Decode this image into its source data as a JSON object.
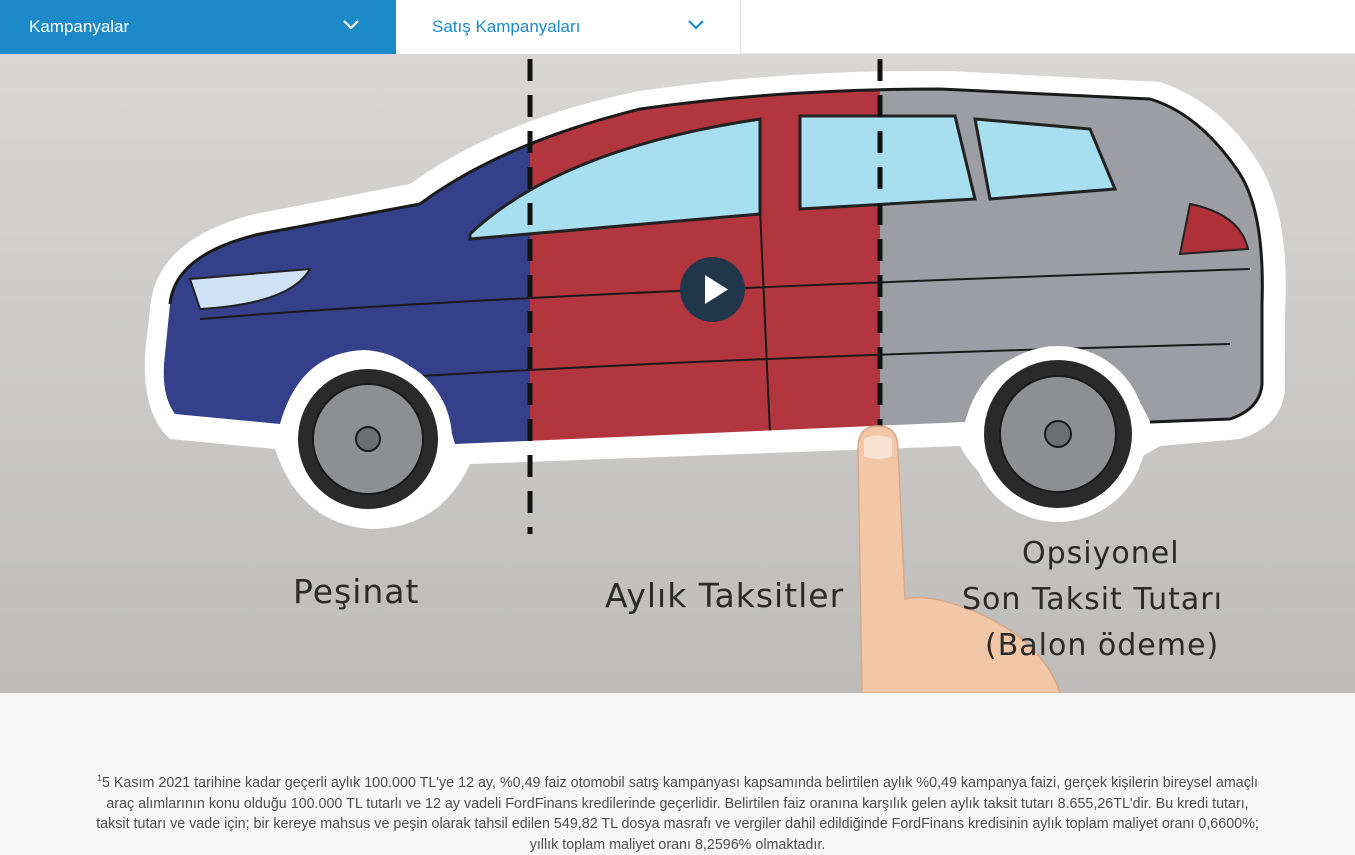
{
  "nav": {
    "campaigns_label": "Kampanyalar",
    "sales_label": "Satış Kampanyaları",
    "accent": "#1c89c9"
  },
  "video": {
    "play_icon": "play-icon",
    "labels": {
      "down_payment": "Peşinat",
      "monthly": "Aylık Taksitler",
      "optional_line1": "Opsiyonel",
      "optional_line2": "Son Taksit Tutarı",
      "optional_line3": "(Balon ödeme)"
    },
    "colors": {
      "front": "#34408a",
      "middle": "#b3363f",
      "rear": "#9d9ea4"
    }
  },
  "footnote": {
    "marker": "1",
    "text": "5 Kasım 2021 tarihine kadar geçerli aylık 100.000 TL'ye 12 ay, %0,49 faiz otomobil satış kampanyası kapsamında belirtilen aylık %0,49 kampanya faizi, gerçek kişilerin bireysel amaçlı araç alımlarının konu olduğu 100.000 TL tutarlı ve 12 ay vadeli FordFinans kredilerinde geçerlidir. Belirtilen faiz oranına karşılık gelen aylık taksit tutarı 8.655,26TL'dir. Bu kredi tutarı, taksit tutarı ve vade için; bir kereye mahsus ve peşin olarak tahsil edilen 549,82 TL dosya masrafı ve vergiler dahil edildiğinde FordFinans kredisinin aylık toplam maliyet oranı 0,6600%; yıllık toplam maliyet oranı 8,2596% olmaktadır."
  }
}
